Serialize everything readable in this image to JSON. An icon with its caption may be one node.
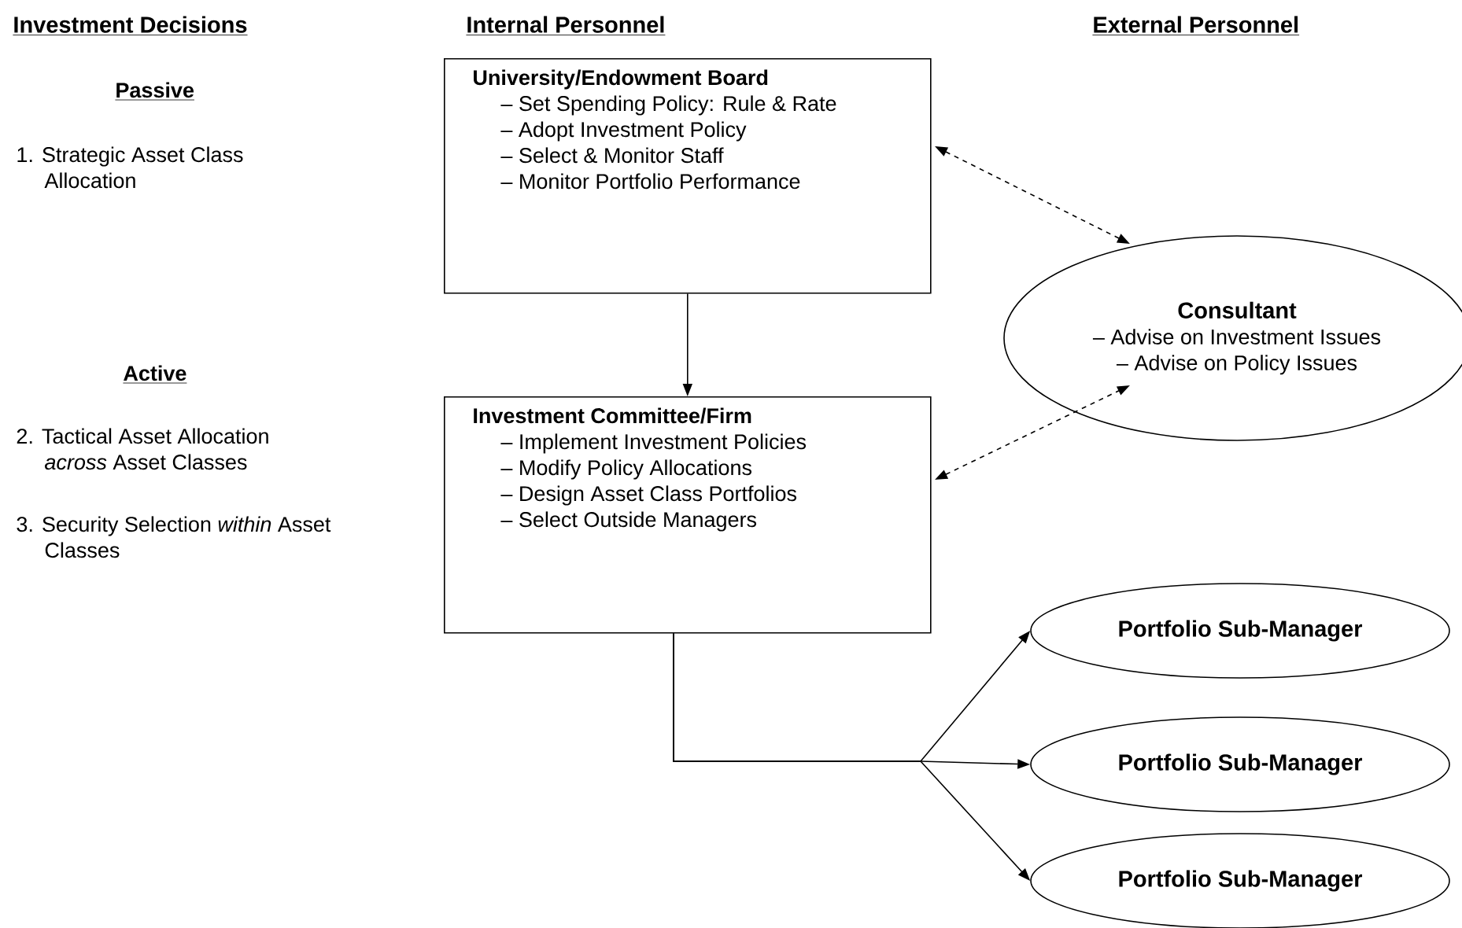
{
  "diagram": {
    "nodes": [
      {
        "text": [
          "University/Endowment Board",
          "– Set Spending Policy: Rule & Rate",
          "– Adopt Investment Policy",
          "– Select & Monitor Staff",
          "– Monitor Portfolio Performance"
        ]
      },
      {
        "text": [
          "Investment Committee/Firm",
          "– Implement Investment Policies",
          "– Modify Policy Allocations",
          "– Design Asset Class Portfolios",
          "– Select Outside Managers"
        ]
      },
      {
        "text": [
          "Consultant",
          "– Advise on Investment Issues",
          "– Advise on Policy Issues"
        ]
      },
      {
        "text": [
          "Portfolio Sub-Manager"
        ]
      },
      {
        "text": [
          "Portfolio Sub-Manager"
        ]
      },
      {
        "text": [
          "Portfolio Sub-Manager"
        ]
      }
    ],
    "edges": [
      {
        "from": 0,
        "to": 1,
        "arrow": "to"
      },
      {
        "from": 0,
        "to": 2,
        "arrow": "both",
        "style": "dashed"
      },
      {
        "from": 1,
        "to": 2,
        "arrow": "both",
        "style": "dashed"
      },
      {
        "from": 1,
        "to": 3,
        "arrow": "to"
      },
      {
        "from": 1,
        "to": 4,
        "arrow": "to"
      },
      {
        "from": 1,
        "to": 5,
        "arrow": "to"
      }
    ],
    "labels": [
      "Investment Decisions",
      "Internal Personnel",
      "External Personnel",
      "Passive",
      "1. Strategic Asset Class Allocation",
      "Active",
      "2. Tactical Asset Allocation *across* Asset Classes",
      "3. Security Selection *within* Asset Classes"
    ]
  }
}
